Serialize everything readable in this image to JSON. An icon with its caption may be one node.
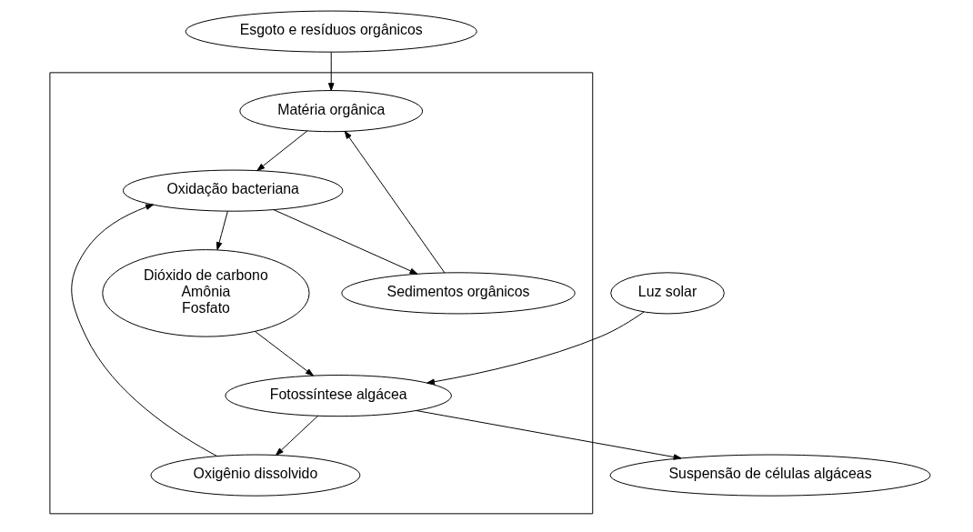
{
  "diagram": {
    "nodes": [
      {
        "text": [
          "Esgoto e resíduos orgânicos"
        ]
      },
      {
        "text": [],
        "shape": "box"
      },
      {
        "text": [
          "Matéria orgânica"
        ],
        "in": 1
      },
      {
        "text": [
          "Oxigênio dissolvido"
        ],
        "in": 1
      },
      {
        "text": [
          "Suspensão de células algáceas"
        ]
      },
      {
        "text": [
          "Oxidação bacteriana"
        ],
        "in": 1
      },
      {
        "text": [
          "Fotossíntese algácea"
        ],
        "in": 1
      },
      {
        "text": [
          "Sedimentos orgânicos"
        ],
        "in": 1
      },
      {
        "text": [
          "Dióxido de carbono",
          "Amônia",
          "Fosfato"
        ],
        "in": 1
      },
      {
        "text": [
          "Luz solar"
        ]
      }
    ],
    "edges": [
      {
        "from": 0,
        "to": 2,
        "arrow": "to"
      },
      {
        "from": 2,
        "to": 5,
        "arrow": "to"
      },
      {
        "from": 3,
        "to": 5,
        "arrow": "to"
      },
      {
        "from": 5,
        "to": 7,
        "arrow": "to"
      },
      {
        "from": 5,
        "to": 8,
        "arrow": "to"
      },
      {
        "from": 8,
        "to": 6,
        "arrow": "to"
      },
      {
        "from": 6,
        "to": 3,
        "arrow": "to"
      },
      {
        "from": 6,
        "to": 4,
        "arrow": "to"
      },
      {
        "from": 7,
        "to": 2,
        "arrow": "to"
      },
      {
        "from": 9,
        "to": 6,
        "arrow": "to"
      }
    ]
  }
}
